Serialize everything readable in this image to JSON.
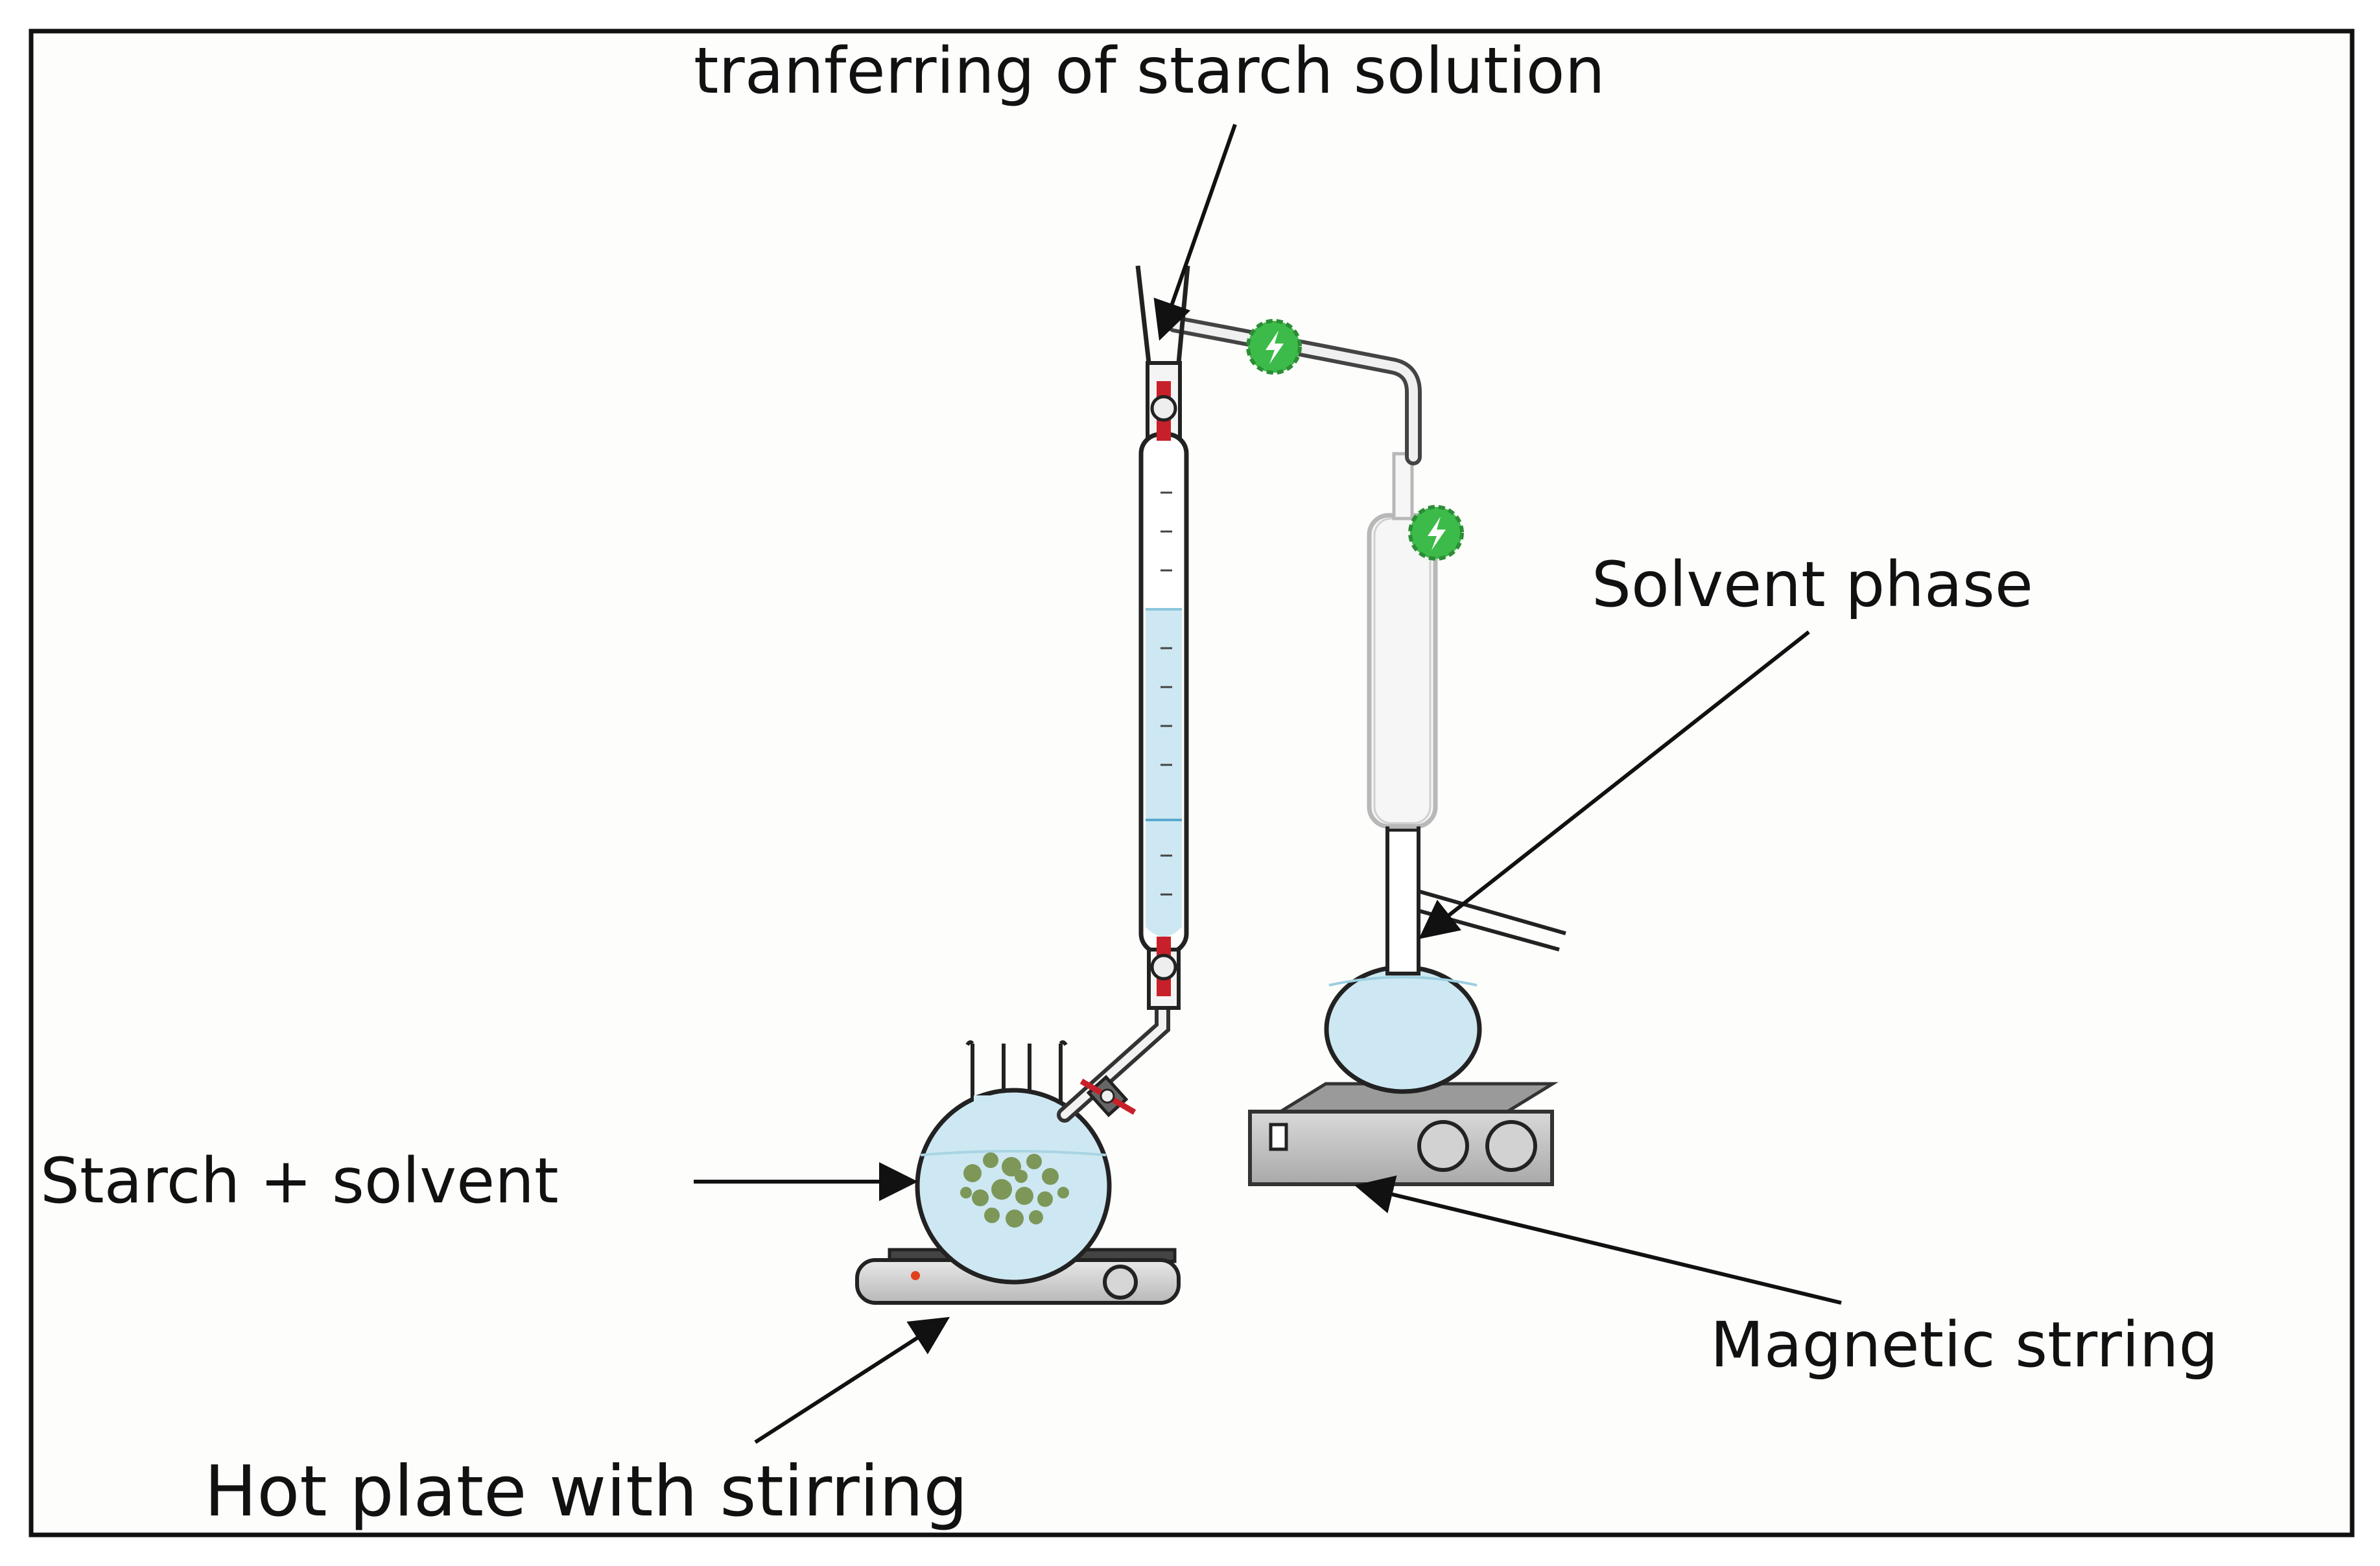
{
  "labels": {
    "transfer": "tranferring of starch solution",
    "solvent_phase": "Solvent phase",
    "starch_solvent": "Starch + solvent",
    "magnetic": "Magnetic strring",
    "hot_plate": "Hot plate with stirring"
  },
  "colors": {
    "frame": "#111111",
    "background": "#fdfdfb",
    "liquid": "#cde8f2",
    "glass_outline": "#333333",
    "valve_red": "#c8202a",
    "tube_connector_green": "#3dbb4a",
    "starch_particles": "#6e8a3e",
    "stirrer_body": "#cfcfcf",
    "hot_plate_indicator": "#e0401c"
  },
  "icons": {
    "connector": "lightning-bolt-icon",
    "valve": "stopcock-icon"
  }
}
